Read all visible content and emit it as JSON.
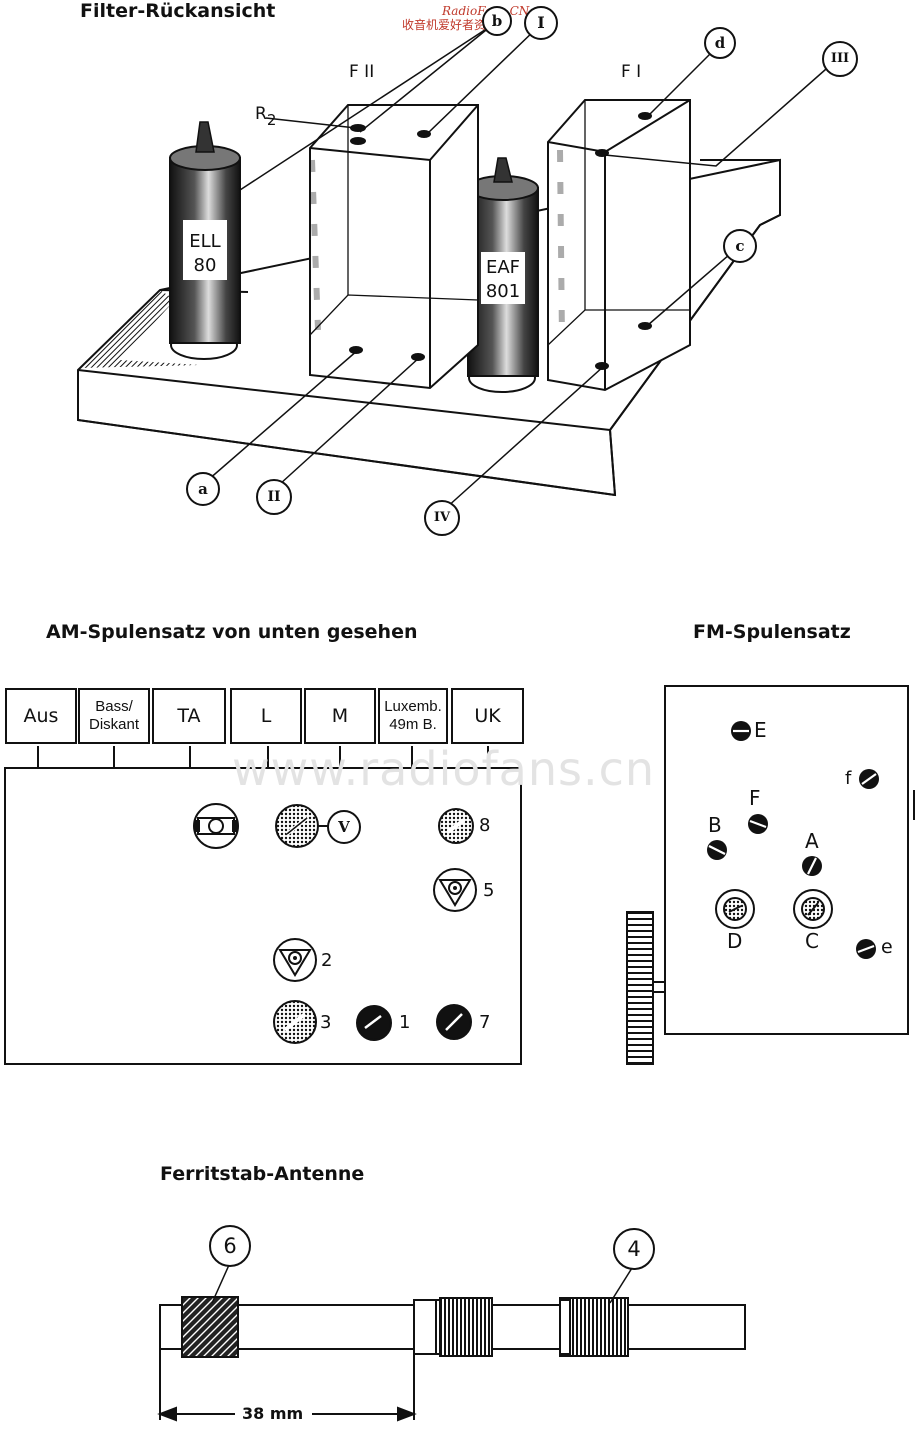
{
  "watermark": {
    "brand": "RadioFans.CN",
    "subtitle": "收音机爱好者资料库",
    "url": "www.radiofans.cn"
  },
  "filter_section": {
    "title": "Filter-Rückansicht",
    "can_labels": [
      "F II",
      "F I"
    ],
    "resistor_label": "R2",
    "tubes": [
      {
        "line1": "ELL",
        "line2": "80"
      },
      {
        "line1": "EAF",
        "line2": "801"
      }
    ],
    "callouts": [
      "b",
      "I",
      "d",
      "III",
      "c",
      "a",
      "II",
      "IV"
    ]
  },
  "am_section": {
    "title": "AM-Spulensatz von unten gesehen",
    "buttons": [
      {
        "label": "Aus"
      },
      {
        "line1": "Bass/",
        "line2": "Diskant"
      },
      {
        "label": "TA"
      },
      {
        "label": "L"
      },
      {
        "label": "M"
      },
      {
        "line1": "Luxemb.",
        "line2": "49m B."
      },
      {
        "label": "UK"
      }
    ],
    "adjust_labels": [
      "V",
      "8",
      "5",
      "2",
      "3",
      "1",
      "7"
    ]
  },
  "fm_section": {
    "title": "FM-Spulensatz",
    "adjust_labels": [
      "E",
      "f",
      "F",
      "B",
      "A",
      "D",
      "C",
      "e"
    ]
  },
  "ferrite_section": {
    "title": "Ferritstab-Antenne",
    "callouts": [
      "6",
      "4"
    ],
    "dimension": "38 mm"
  }
}
